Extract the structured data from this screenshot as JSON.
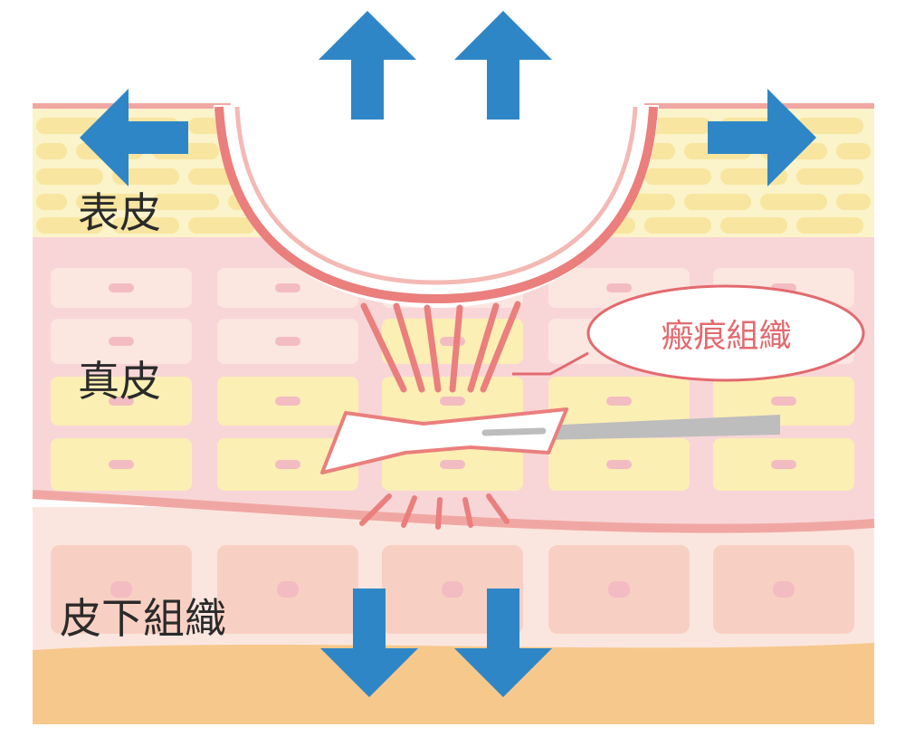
{
  "labels": {
    "epidermis": "表皮",
    "dermis": "真皮",
    "subcutaneous": "皮下組織",
    "scar_tissue": "瘢痕組織"
  },
  "colors": {
    "epidermis_fill": "#fbf3c9",
    "epidermis_cell": "#f8e59f",
    "skin_line": "#f0a7a3",
    "skin_line_dark": "#ea7f7d",
    "dermis_fill": "#f8d6d7",
    "dermis_cell": "#fbe6e0",
    "dermis_cell_yellow": "#fbefb4",
    "cell_nucleus": "#f3bcc2",
    "subcutaneous_fill": "#fbe6df",
    "subcutaneous_cell": "#f8d0c3",
    "fat_layer": "#f7c88c",
    "arrow": "#2f86c6",
    "callout_text": "#e36a6f",
    "needle": "#bdbdbd"
  },
  "icons": {
    "arrow": "arrow-icon",
    "instrument": "subcision-needle-icon"
  }
}
